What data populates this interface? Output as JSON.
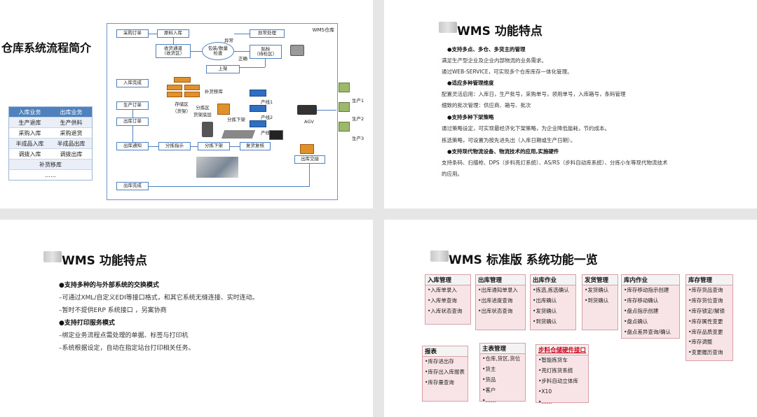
{
  "slide1": {
    "title": "仓库系统流程简介",
    "wms_label": "WMS仓库",
    "boxes": {
      "purchase_order": "采购订单",
      "raw_inbound": "原料入库",
      "receive_area": "收货通道\n（收货区）",
      "pack_check": "包装/数量\n检查",
      "exception": "异常",
      "exception_handle": "异常处理",
      "normal": "正确",
      "label": "贴标\n（待检区）",
      "shelve": "上架",
      "inbound_done": "入库完成",
      "replenish": "补货移库",
      "storage": "存储区\n（货架）",
      "pick_area": "分拣区\n货架底层",
      "production_order": "生产订单",
      "outbound_order": "出库订单",
      "pick_down": "分拣下架",
      "line1": "产线1",
      "line2": "产线2",
      "line3": "产线3",
      "agv": "AGV",
      "outbound_notice": "出库通知",
      "pick_hint": "分拣指示",
      "pick_shelf": "分拣下架",
      "check_review": "复货复核",
      "outbound_handover": "出库交接",
      "outbound_done": "出库完成",
      "prod1": "生产1",
      "prod2": "生产2",
      "prod3": "生产3"
    },
    "table": {
      "headers": [
        "入库业务",
        "出库业务"
      ],
      "rows": [
        [
          "生产退库",
          "生产供料"
        ],
        [
          "采购入库",
          "采购退货"
        ],
        [
          "半成品入库",
          "半成品出库"
        ],
        [
          "调拨入库",
          "调拨出库"
        ],
        [
          "补货移库",
          ""
        ],
        [
          "……",
          ""
        ]
      ]
    }
  },
  "slide2": {
    "title": "WMS 功能特点",
    "lines": [
      {
        "bold": true,
        "text": "●支持多点、多仓、多货主的管理"
      },
      {
        "bold": false,
        "text": "满足生产型企业及企业内部物流的业务需求。"
      },
      {
        "bold": false,
        "text": "通过WEB-SERVICE，可实现多个仓库库存一体化管理。"
      },
      {
        "bold": true,
        "text": "●适应多种管理维度"
      },
      {
        "bold": false,
        "text": "配置灵活启用：入库日，生产批号，采购单号，领用单号，入库箱号，条码管理"
      },
      {
        "bold": false,
        "text": "细致的批次管理：供应商、箱号、批次"
      },
      {
        "bold": true,
        "text": "●支持多种下架策略"
      },
      {
        "bold": false,
        "text": "通过策略设定，可实现最经济化下架策略，为企业降低能耗，节约成本。"
      },
      {
        "bold": false,
        "text": "拣选策略，可设置为按先进先出（入库日期或生产日期）。"
      },
      {
        "bold": true,
        "text": "●支持现代物流设备、物流技术的应用,实施硬件"
      },
      {
        "bold": false,
        "text": "支持条码、扫描枪、DPS（步料亮灯系统）、AS/RS（步料自动库系统）、分拣小车等现代物流技术"
      },
      {
        "bold": false,
        "text": "的应用。"
      }
    ]
  },
  "slide3": {
    "title": "WMS 功能特点",
    "lines": [
      {
        "bold": true,
        "text": "●支持多种的与外部系统的交换模式"
      },
      {
        "bold": false,
        "text": "–可通过XML/自定义EDI等接口格式，和其它系统无缝连接、实时连动。"
      },
      {
        "bold": false,
        "text": "–暂时不提供ERP 系统接口 ，另案协商"
      },
      {
        "bold": true,
        "text": "●支持打印服务模式"
      },
      {
        "bold": false,
        "text": "–绑定业务流程点需处理的单据、标签与打印机"
      },
      {
        "bold": false,
        "text": "–系统根据设定，自动在指定站台打印相关任务。"
      }
    ]
  },
  "slide4": {
    "title": "WMS 标准版 系统功能一览",
    "modules": [
      {
        "name": "入库管理",
        "items": [
          "•入库单录入",
          "•入库单查询",
          "•入库状态查询"
        ]
      },
      {
        "name": "出库管理",
        "items": [
          "•出库通知单录入",
          "•出库进度查询",
          "•出库状态查询"
        ]
      },
      {
        "name": "出库作业",
        "items": [
          "•拣选,拣选确认",
          "•出库确认",
          "•发货确认",
          "•到货确认"
        ]
      },
      {
        "name": "发货管理",
        "items": [
          "•发货确认",
          "•到货确认"
        ]
      },
      {
        "name": "库内作业",
        "items": [
          "•库存移动指示创建",
          "•库存移动确认",
          "•盘点指示创建",
          "•盘点确认",
          "•盘点差异查询/确认"
        ]
      },
      {
        "name": "库存管理",
        "items": [
          "•库存货品查询",
          "•库存货位查询",
          "•库存锁定/解锁",
          "•库存属性变更",
          "•库存品质变更",
          "•库存调整",
          "•变更履历查询"
        ]
      },
      {
        "name": "报表",
        "items": [
          "•库存进出存",
          "•库存出入库报表",
          "•库存量查询"
        ]
      },
      {
        "name": "主表管理",
        "items": [
          "•仓库,货区,货位",
          "•货主",
          "•货品",
          "•客户",
          "•……"
        ]
      },
      {
        "name": "步料仓储硬件接口",
        "items": [
          "•智能拣货车",
          "•亮灯拣货系统",
          "•步料自动立体库",
          "•X10",
          "•……"
        ]
      }
    ]
  }
}
